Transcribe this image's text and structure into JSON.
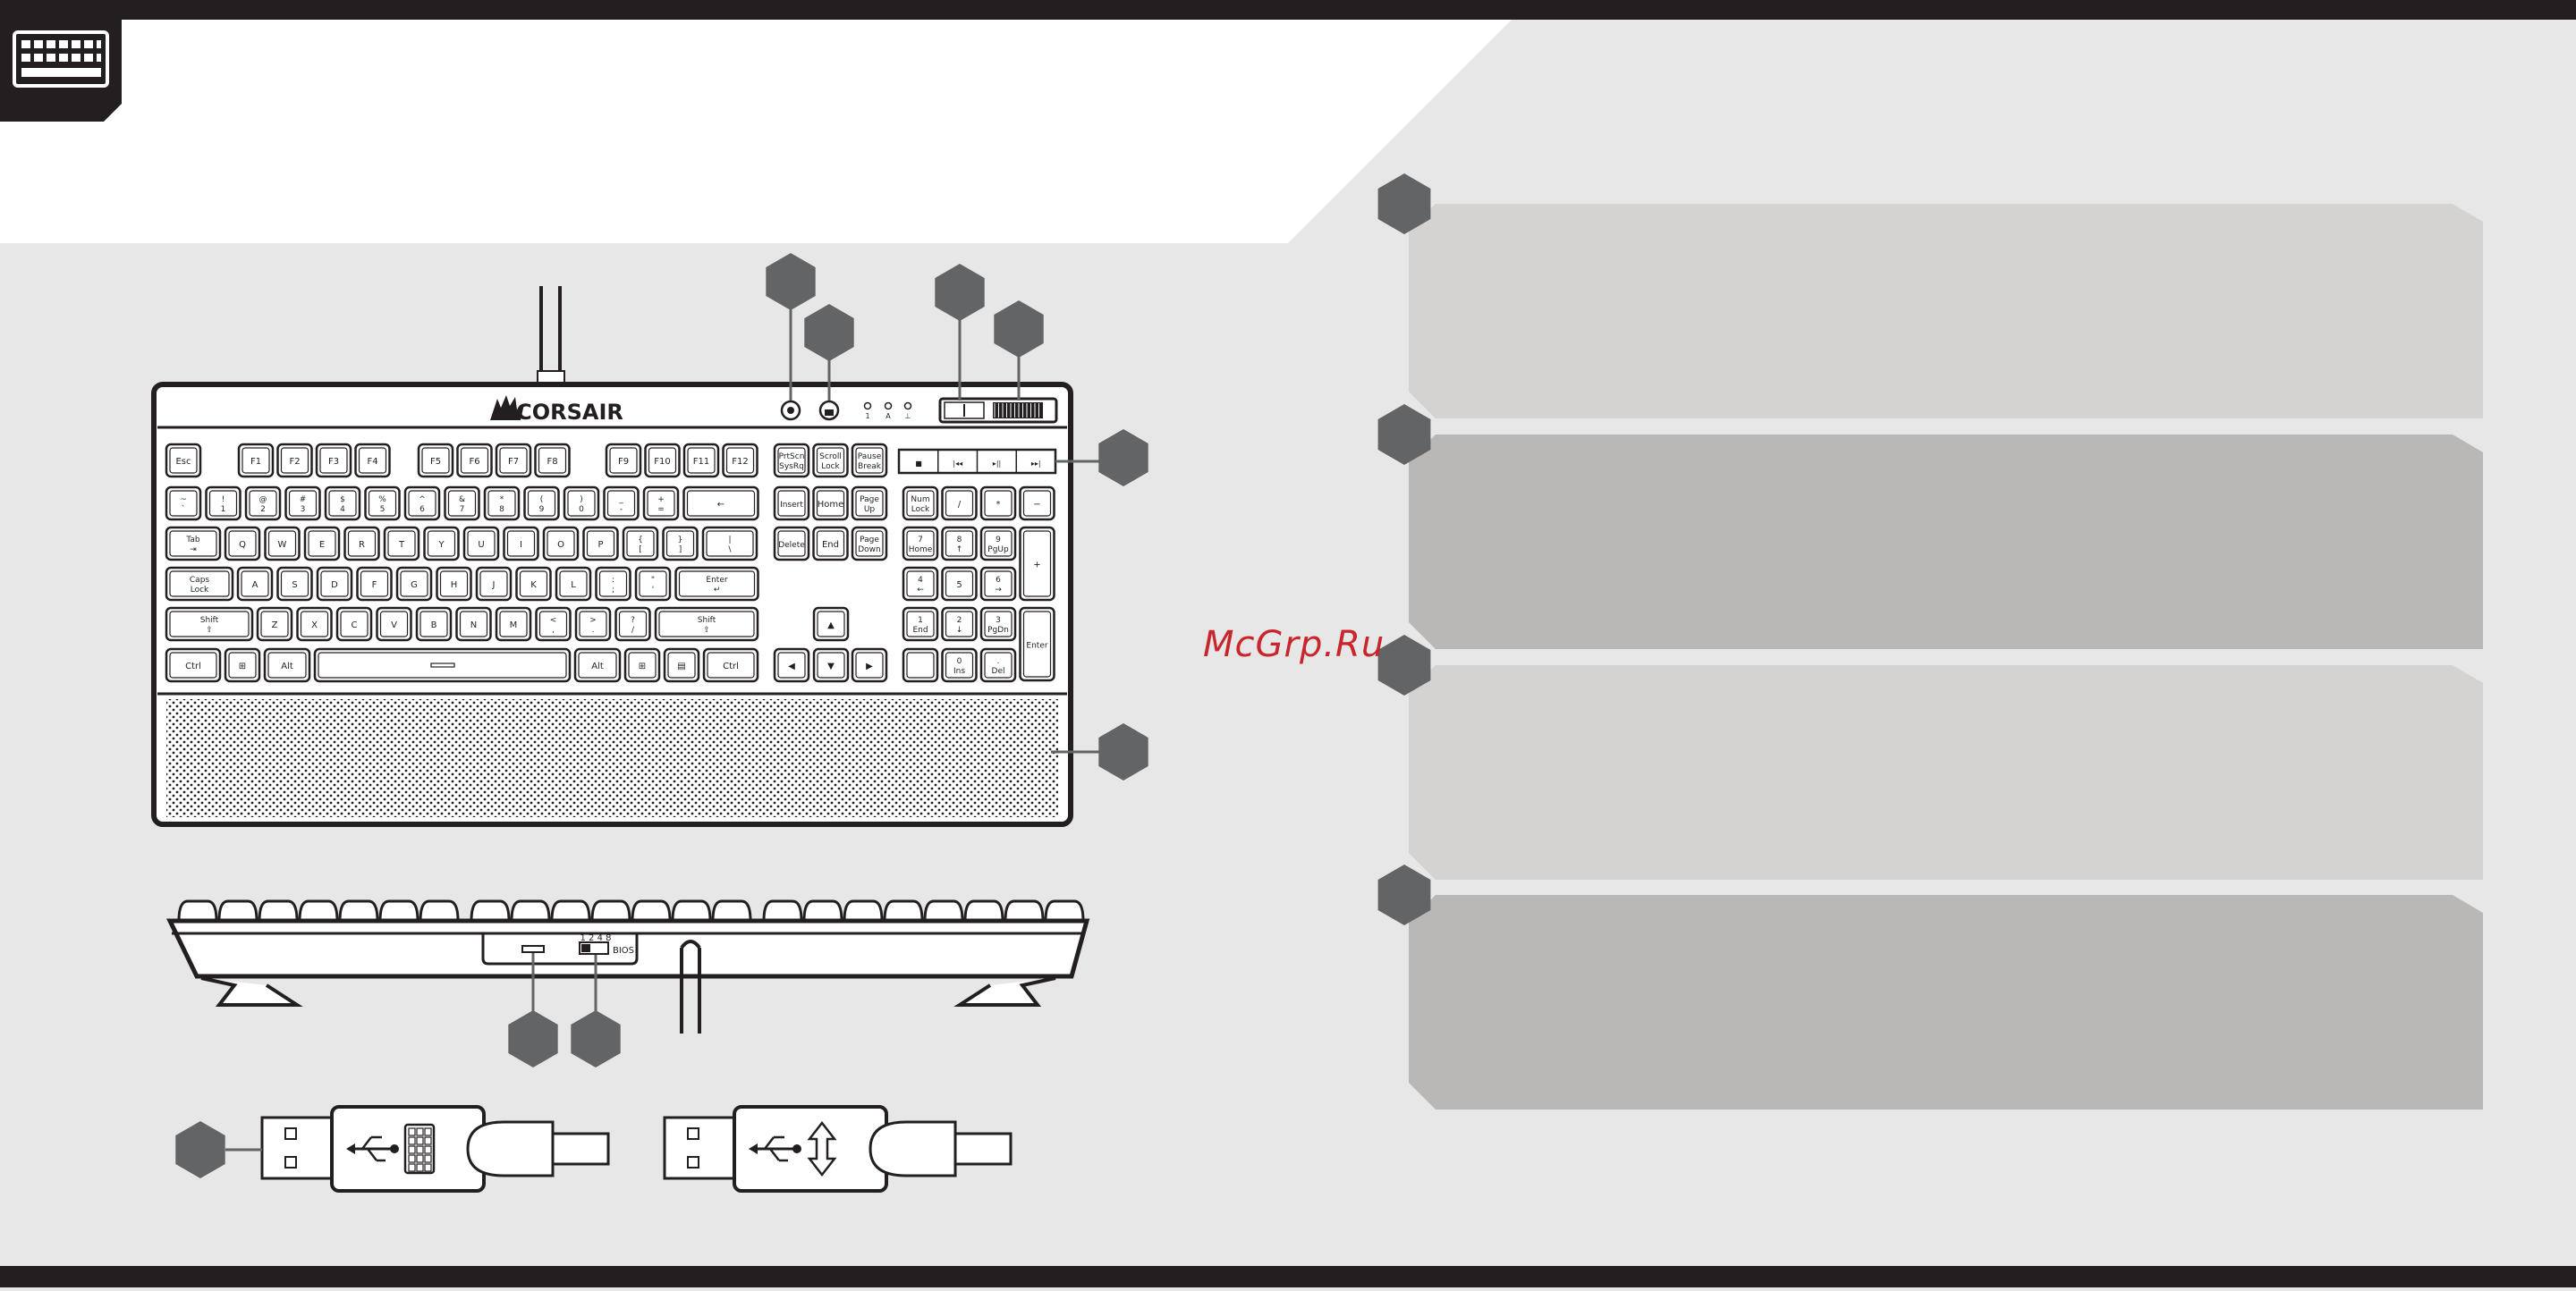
{
  "colors": {
    "bar": "#231f20",
    "background": "#e6e7e6",
    "white_panel": "#ffffff",
    "hex_marker": "#636466",
    "panel_light": "#d4d3d2",
    "panel_dark": "#b9b8b7",
    "watermark": "#c9252c"
  },
  "header": {
    "icon": "keyboard-icon"
  },
  "keyboard": {
    "brand": "CORSAIR",
    "indicator_symbols": [
      "1",
      "A",
      "⊥"
    ],
    "media_keys": [
      "■",
      "|◂◂",
      "▸||",
      "▸▸|"
    ],
    "function_row": {
      "esc": "Esc",
      "group1": [
        "F1",
        "F2",
        "F3",
        "F4"
      ],
      "group2": [
        "F5",
        "F6",
        "F7",
        "F8"
      ],
      "group3": [
        "F9",
        "F10",
        "F11",
        "F12"
      ],
      "system": [
        [
          "PrtScn",
          "SysRq"
        ],
        [
          "Scroll",
          "Lock"
        ],
        [
          "Pause",
          "Break"
        ]
      ]
    },
    "number_row": [
      [
        "~",
        "`"
      ],
      [
        "!",
        "1"
      ],
      [
        "@",
        "2"
      ],
      [
        "#",
        "3"
      ],
      [
        "$",
        "4"
      ],
      [
        "%",
        "5"
      ],
      [
        "^",
        "6"
      ],
      [
        "&",
        "7"
      ],
      [
        "*",
        "8"
      ],
      [
        "(",
        "9"
      ],
      [
        ")",
        "0"
      ],
      [
        "_",
        "-"
      ],
      [
        "+",
        "="
      ]
    ],
    "backspace": "←",
    "tab": [
      "Tab",
      "⇥"
    ],
    "qwerty_row": [
      "Q",
      "W",
      "E",
      "R",
      "T",
      "Y",
      "U",
      "I",
      "O",
      "P",
      [
        "{",
        "["
      ],
      [
        "}",
        "]"
      ],
      [
        "|",
        "\\"
      ]
    ],
    "caps": [
      "Caps",
      "Lock"
    ],
    "asdf_row": [
      "A",
      "S",
      "D",
      "F",
      "G",
      "H",
      "J",
      "K",
      "L",
      [
        ":",
        ";"
      ],
      [
        "\"",
        "'"
      ]
    ],
    "enter": [
      "Enter",
      "↵"
    ],
    "shift_left": [
      "Shift",
      "⇧"
    ],
    "zxcv_row": [
      "Z",
      "X",
      "C",
      "V",
      "B",
      "N",
      "M",
      [
        "<",
        ","
      ],
      [
        ">",
        "."
      ],
      [
        "?",
        "/"
      ]
    ],
    "shift_right": [
      "Shift",
      "⇧"
    ],
    "bottom_row": {
      "ctrl": "Ctrl",
      "win": "⊞",
      "alt": "Alt",
      "menu": "▤"
    },
    "nav_cluster": [
      [
        "Insert",
        "Home",
        [
          "Page",
          "Up"
        ]
      ],
      [
        "Delete",
        "End",
        [
          "Page",
          "Down"
        ]
      ]
    ],
    "arrows": [
      "▲",
      "◀",
      "▼",
      "▶"
    ],
    "numpad": {
      "row1": [
        [
          "Num",
          "Lock"
        ],
        "/",
        "*",
        "−"
      ],
      "row2": [
        [
          "7",
          "Home"
        ],
        [
          "8",
          "↑"
        ],
        [
          "9",
          "PgUp"
        ]
      ],
      "row3": [
        [
          "4",
          "←"
        ],
        "5",
        [
          "6",
          "→"
        ]
      ],
      "row4": [
        [
          "1",
          "End"
        ],
        [
          "2",
          "↓"
        ],
        [
          "3",
          "PgDn"
        ]
      ],
      "row5": [
        [
          "0",
          "Ins"
        ],
        [
          ".",
          "Del"
        ]
      ],
      "plus": "+",
      "enter": "Enter"
    }
  },
  "switch_labels": {
    "positions": "1 2 4 8",
    "bios": "BIOS"
  },
  "connectors": {
    "left_icon": "usb-keyboard-icon",
    "right_icon": "usb-passthrough-icon"
  },
  "callout_panels": [
    {
      "text": ""
    },
    {
      "text": ""
    },
    {
      "text": ""
    },
    {
      "text": ""
    }
  ],
  "watermark": "McGrp.Ru"
}
